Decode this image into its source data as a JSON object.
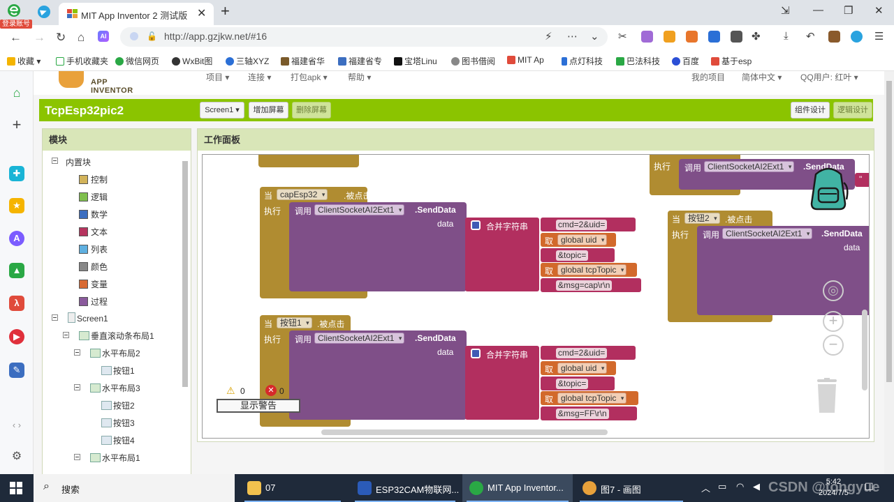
{
  "browser": {
    "login_badge": "登录账号",
    "tab_title": "MIT App Inventor 2 测试版",
    "tab_close": "✕",
    "new_tab": "+",
    "url": "http://app.gzjkw.net/#16",
    "bookmarks": [
      "收藏",
      "手机收藏夹",
      "微信网页",
      "WxBit图",
      "三轴XYZ",
      "福建省华",
      "福建省专",
      "宝塔Linu",
      "图书借阅",
      "MIT Ap",
      "点灯科技",
      "巴法科技",
      "百度",
      "基于esp"
    ]
  },
  "app": {
    "menu": [
      "项目 ▾",
      "连接 ▾",
      "打包apk ▾",
      "帮助 ▾",
      "我的项目",
      "简体中文 ▾",
      "QQ用户: 红叶 ▾"
    ],
    "logo_text": "APP INVENTOR",
    "project_title": "TcpEsp32pic2",
    "screen_select": "Screen1 ▾",
    "add_screen": "增加屏幕",
    "remove_screen": "删除屏幕",
    "designer": "组件设计",
    "blocks": "逻辑设计"
  },
  "palette": {
    "title": "模块",
    "builtin": "内置块",
    "categories": [
      {
        "label": "控制",
        "color": "#d2b35a"
      },
      {
        "label": "逻辑",
        "color": "#7fbf4d"
      },
      {
        "label": "数学",
        "color": "#3c6ec0"
      },
      {
        "label": "文本",
        "color": "#b6345f"
      },
      {
        "label": "列表",
        "color": "#5fb0e0"
      },
      {
        "label": "颜色",
        "color": "#888888"
      },
      {
        "label": "变量",
        "color": "#d86a33"
      },
      {
        "label": "过程",
        "color": "#8a5a9c"
      }
    ],
    "components": [
      "Screen1",
      "垂直滚动条布局1",
      "水平布局2",
      "按钮1",
      "水平布局3",
      "按钮2",
      "按钮3",
      "按钮4",
      "水平布局1"
    ]
  },
  "workspace": {
    "title": "工作面板",
    "when": "当",
    "clicked": ".被点击",
    "do": "执行",
    "call": "调用",
    "socket": "ClientSocketAI2Ext1",
    "send": ".SendData",
    "data": "data",
    "join": "合并字符串",
    "get": "取",
    "q": "\"",
    "cmd": "cmd=2&uid=",
    "uid": "global uid",
    "topic": "&topic=",
    "tcptopic": "global tcpTopic",
    "msg1": "&msg=cap\\r\\n",
    "msg2": "&msg=FF\\r\\n",
    "ev1": "capEsp32",
    "ev2": "按钮1",
    "ev3": "按钮2",
    "warn_count": "0",
    "err_count": "0",
    "show_warnings": "显示警告"
  },
  "taskbar": {
    "search": "搜索",
    "items": [
      "07",
      "ESP32CAM物联网...",
      "MIT App Inventor...",
      "图7 - 画图"
    ],
    "time": "5:42",
    "date": "2024/7/5",
    "watermark": "CSDN @tongyue"
  }
}
